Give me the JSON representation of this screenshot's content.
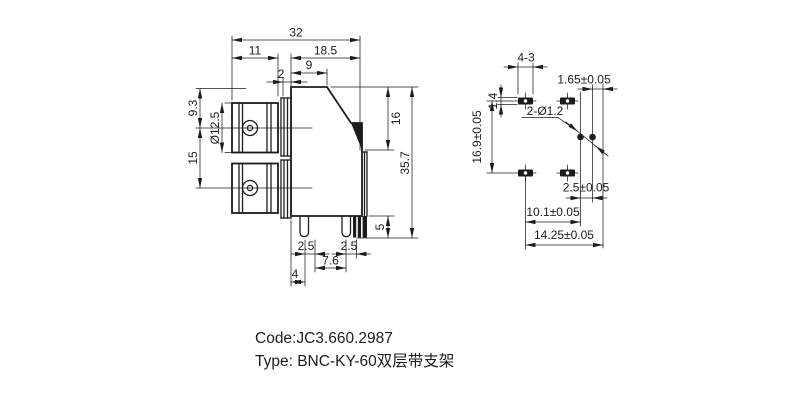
{
  "drawing": {
    "side_view": {
      "dims": {
        "overall_width": "32",
        "coupling_length": "11",
        "body_length": "18.5",
        "washer_thickness": "2",
        "body_top_length": "9",
        "center_offset_top": "9.3",
        "coupling_diameter": "Ø12.5",
        "port_pitch": "15",
        "body_height": "16",
        "overall_height": "35.7",
        "pin_length": "5",
        "pin_offset_left": "2.5",
        "pin_offset_right": "2.5",
        "pin_span": "7.6",
        "pin_margin": "4"
      }
    },
    "footprint_view": {
      "dims": {
        "slot_count_width": "4-3",
        "slot_height": "1.4",
        "hole_to_edge": "1.65±0.05",
        "hole_callout": "2-Ø1.2",
        "row_pitch": "16.9±0.05",
        "hole_pitch": "2.5±0.05",
        "hole_column_offset": "10.1±0.05",
        "edge_column_offset": "14.25±0.05"
      }
    }
  },
  "title_block": {
    "code_line": "Code:JC3.660.2987",
    "type_line": "Type: BNC-KY-60双层带支架"
  },
  "colors": {
    "line": "#1c1c1c",
    "background": "#ffffff"
  }
}
